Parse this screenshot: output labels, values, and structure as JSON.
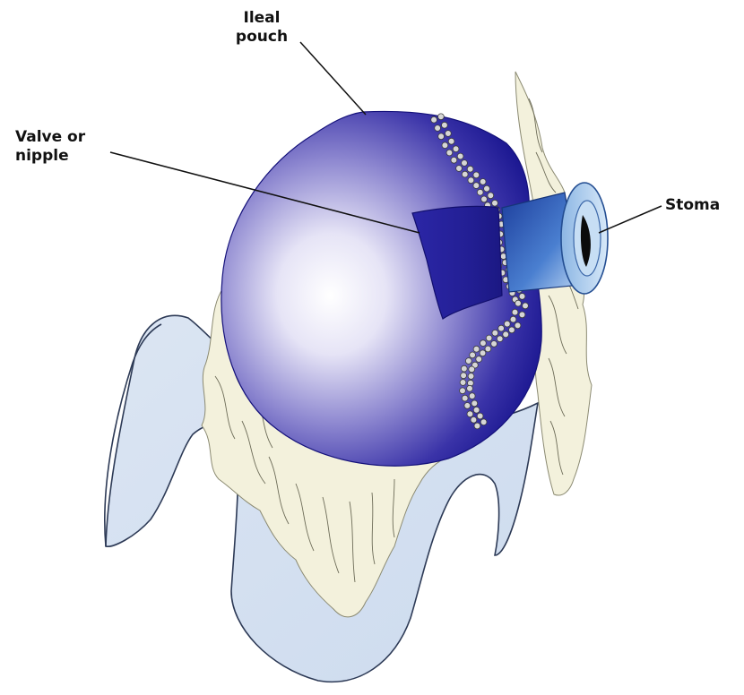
{
  "labels": {
    "ileal_pouch": "Ileal\npouch",
    "valve": "Valve or\nnipple",
    "stoma": "Stoma"
  },
  "colors": {
    "pouch_dark": "#1a1690",
    "pouch_light": "#ffffff",
    "abdomen_fill": "#dde6f3",
    "abdomen_stroke": "#2d3a56",
    "mesentery_fill": "#f3f1dc",
    "stoma_blue": "#2a55b0",
    "staples": "#cfcfcf",
    "leader_line": "#111111"
  }
}
